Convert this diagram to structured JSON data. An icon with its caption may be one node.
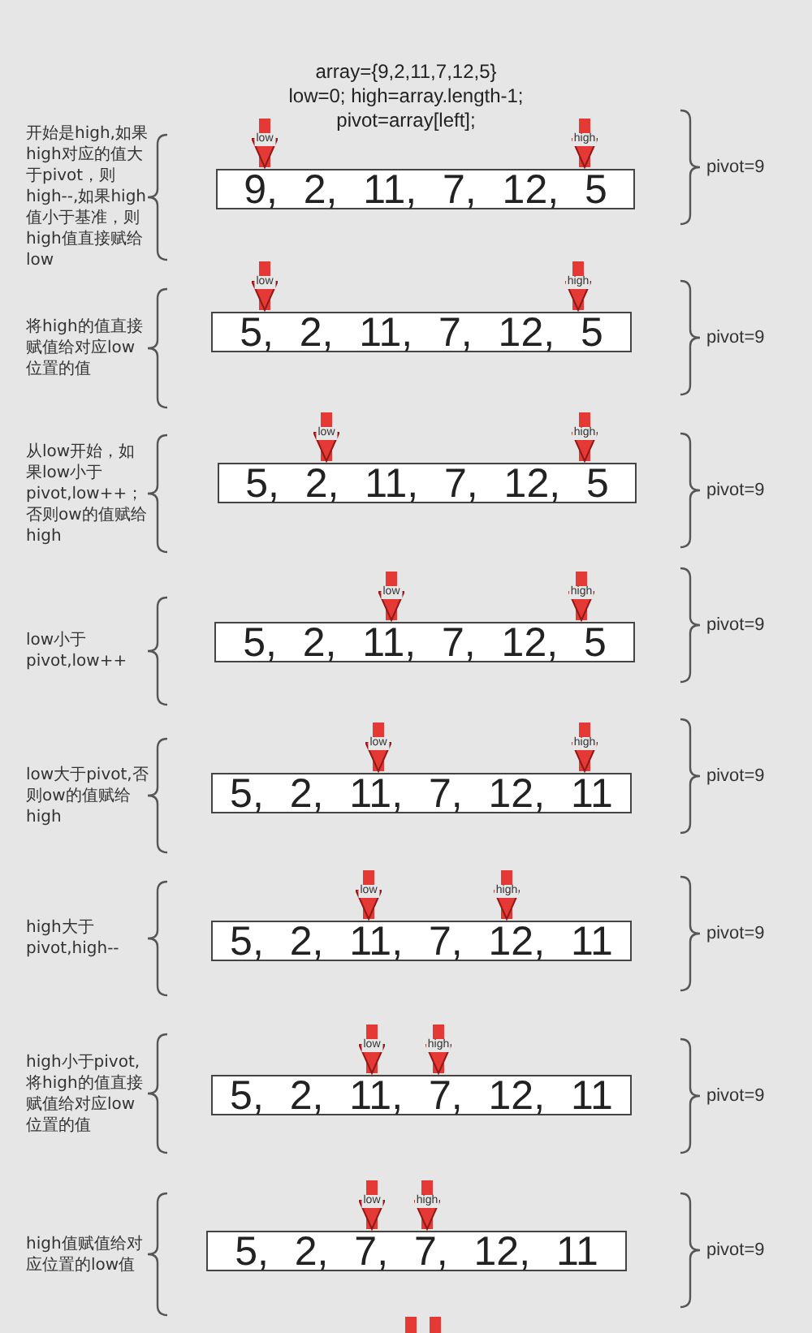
{
  "diagram": {
    "nodes": [
      {
        "text": [
          "9, 2, 11, 7, 12, 5"
        ]
      },
      {
        "text": [
          "5, 2, 11, 7, 12, 5"
        ]
      },
      {
        "text": [
          "5, 2, 11, 7, 12, 5"
        ]
      },
      {
        "text": [
          "5, 2, 11, 7, 12, 5"
        ]
      },
      {
        "text": [
          "5, 2, 11, 7, 12, 11"
        ]
      },
      {
        "text": [
          "5, 2, 11, 7, 12, 11"
        ]
      },
      {
        "text": [
          "5, 2, 11, 7, 12, 11"
        ]
      },
      {
        "text": [
          "5, 2, 7, 7, 12, 11"
        ]
      }
    ],
    "edges": [
      {
        "from": null,
        "to": 0,
        "arrow": "to",
        "label": "low"
      },
      {
        "from": null,
        "to": 0,
        "arrow": "to",
        "label": "high"
      },
      {
        "from": null,
        "to": 1,
        "arrow": "to",
        "label": "low"
      },
      {
        "from": null,
        "to": 1,
        "arrow": "to",
        "label": "high"
      },
      {
        "from": null,
        "to": 2,
        "arrow": "to",
        "label": "low"
      },
      {
        "from": null,
        "to": 2,
        "arrow": "to",
        "label": "high"
      },
      {
        "from": null,
        "to": 3,
        "arrow": "to",
        "label": "low"
      },
      {
        "from": null,
        "to": 3,
        "arrow": "to",
        "label": "high"
      },
      {
        "from": null,
        "to": 4,
        "arrow": "to",
        "label": "low"
      },
      {
        "from": null,
        "to": 4,
        "arrow": "to",
        "label": "high"
      },
      {
        "from": null,
        "to": 5,
        "arrow": "to",
        "label": "low"
      },
      {
        "from": null,
        "to": 5,
        "arrow": "to",
        "label": "high"
      },
      {
        "from": null,
        "to": 6,
        "arrow": "to",
        "label": "low"
      },
      {
        "from": null,
        "to": 6,
        "arrow": "to",
        "label": "high"
      },
      {
        "from": null,
        "to": 7,
        "arrow": "to",
        "label": "low"
      },
      {
        "from": null,
        "to": 7,
        "arrow": "to",
        "label": "high"
      }
    ],
    "labels": [
      "array={9,2,11,7,12,5}",
      "low=0;  high=array.length-1;",
      "pivot=array[left];",
      "开始是high,如果high对应的值大于pivot，则high--,如果high值小于基准，则high值直接赋给low",
      "pivot=9",
      "将high的值直接赋值给对应low位置的值",
      "pivot=9",
      "从low开始，如果low小于pivot,low++；否则ow的值赋给high",
      "pivot=9",
      "low小于pivot,low++",
      "pivot=9",
      "low大于pivot,否则ow的值赋给high",
      "pivot=9",
      "high大于pivot,high--",
      "pivot=9",
      "high小于pivot,将high的值直接赋值给对应low位置的值",
      "pivot=9",
      "high值赋值给对应位置的low值",
      "pivot=9"
    ]
  }
}
